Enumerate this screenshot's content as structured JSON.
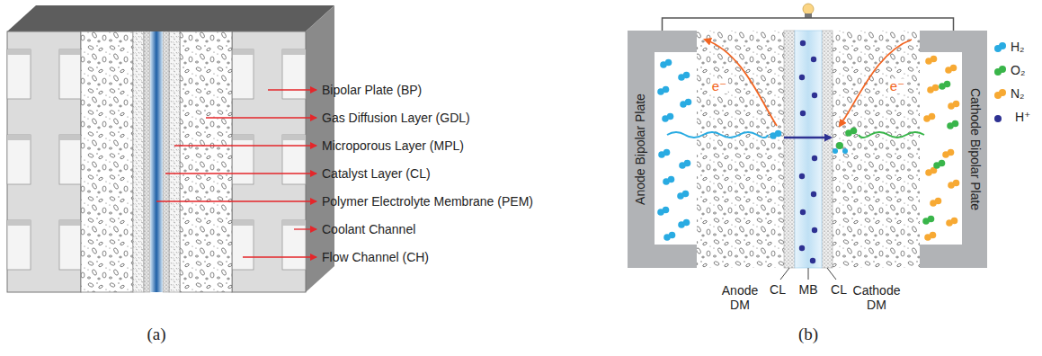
{
  "diagram": {
    "nodes": [
      {
        "text": [
          "Anode Bipolar Plate"
        ]
      },
      {
        "text": [
          "Cathode Bipolar Plate"
        ]
      }
    ],
    "edges": [
      {
        "from": 0,
        "to": 1,
        "arrow": "none"
      }
    ],
    "labels": [
      "Bipolar Plate (BP)",
      "Gas Diffusion Layer (GDL)",
      "Microporous Layer (MPL)",
      "Catalyst Layer (CL)",
      "Polymer Electrolyte Membrane (PEM)",
      "Coolant Channel",
      "Flow Channel (CH)",
      "(a)",
      "e⁻",
      "e⁻",
      "Anode DM",
      "CL",
      "MB",
      "CL",
      "Cathode DM",
      "(b)"
    ],
    "legend": [
      {
        "text": "H₂",
        "color": "#29abe2"
      },
      {
        "text": "O₂",
        "color": "#39b54a"
      },
      {
        "text": "N₂",
        "color": "#f7a933"
      },
      {
        "text": "H⁺",
        "color": "#2e3192"
      }
    ]
  }
}
